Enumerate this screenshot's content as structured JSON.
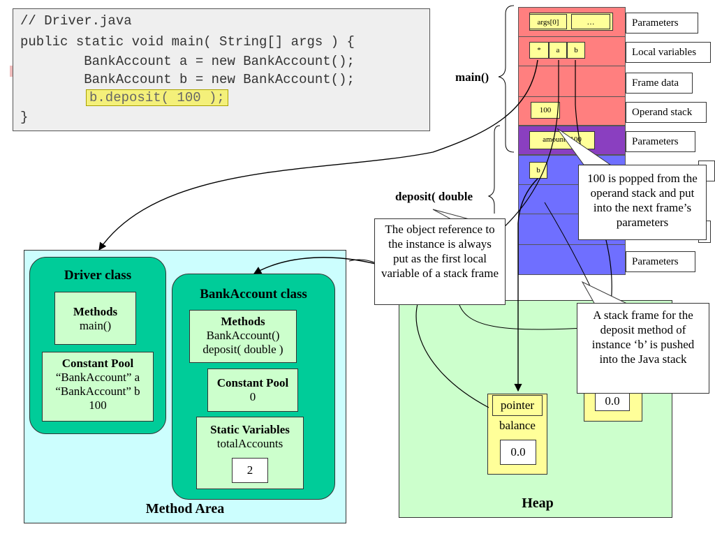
{
  "code": {
    "lines": [
      "// Driver.java",
      "public static void main( String[] args ) {",
      "        BankAccount a = new BankAccount();",
      "        BankAccount b = new BankAccount();",
      "b.deposit( 100 );",
      "}"
    ]
  },
  "method_area": {
    "title": "Method Area",
    "driver_class": {
      "title": "Driver class",
      "methods_label": "Methods",
      "methods": "main()",
      "pool_label": "Constant Pool",
      "pool_items": [
        "“BankAccount” a",
        "“BankAccount” b",
        "100"
      ]
    },
    "bankaccount_class": {
      "title": "BankAccount class",
      "methods_label": "Methods",
      "methods": [
        "BankAccount()",
        "deposit( double )"
      ],
      "pool_label": "Constant Pool",
      "pool_value": "0",
      "static_label": "Static Variables",
      "static_name": "totalAccounts",
      "static_value": "2"
    }
  },
  "heap": {
    "title": "Heap",
    "object": {
      "pointer_label": "pointer",
      "balance_label": "balance",
      "balance_value": "0.0"
    },
    "object2_value": "0.0"
  },
  "stack": {
    "main_label": "main()",
    "deposit_label": "deposit( double",
    "main_slots": {
      "args0": "args[0]",
      "ellipsis": "…",
      "star": "*",
      "a": "a",
      "b": "b",
      "operand": "100"
    },
    "deposit_slots": {
      "param": "amount=100",
      "local_b": "b"
    },
    "labels": [
      "Parameters",
      "Local variables",
      "Frame data",
      "Operand stack",
      "Parameters",
      "Parameters"
    ]
  },
  "callouts": {
    "popped": "100 is popped from the operand stack and put into the next frame’s parameters",
    "reference": "The object reference to the instance is always put as the first local variable of a stack frame",
    "frame": "A stack frame for the deposit method of instance ‘b’ is pushed into the Java stack"
  }
}
